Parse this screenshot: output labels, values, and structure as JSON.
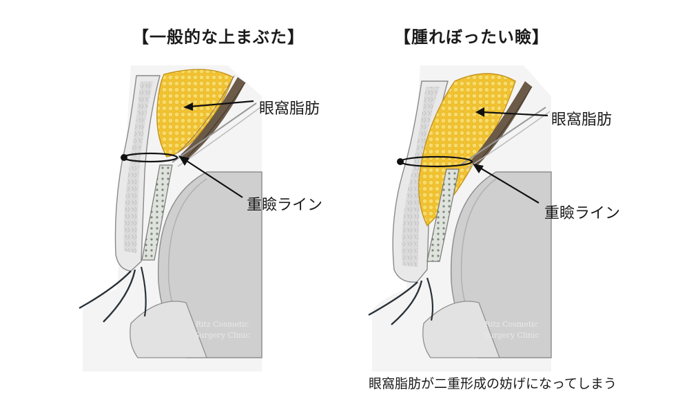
{
  "left_panel": {
    "title": "【一般的な上まぶた】",
    "fat_label": "眼窩脂肪",
    "crease_label": "重瞼ライン",
    "watermark_line1": "Ritz Cosmetic",
    "watermark_line2": "Surgery Clinic"
  },
  "right_panel": {
    "title": "【腫れぼったい瞼】",
    "fat_label": "眼窩脂肪",
    "crease_label": "重瞼ライン",
    "watermark_line1": "Ritz Cosmetic",
    "watermark_line2": "Surgery Clinic"
  },
  "caption": "眼窩脂肪が二重形成の妨げになってしまう",
  "colors": {
    "fat": "#f2c230",
    "fat_dots": "#f8dc6a",
    "skin": "#e9e9e9",
    "eyeball": "#cfcfcf",
    "muscle": "#6b5a48",
    "outline": "#555555"
  }
}
